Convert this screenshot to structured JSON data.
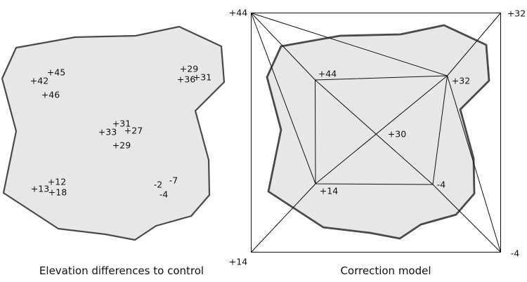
{
  "figure": {
    "colors": {
      "background": "#ffffff",
      "terrain_fill": "#e7e7e7",
      "terrain_stroke": "#4a4a4a",
      "line": "#111111",
      "text": "#111111"
    },
    "left": {
      "caption": "Elevation differences to control",
      "point_labels": [
        "+45",
        "+42",
        "+46",
        "+29",
        "+36",
        "+31",
        "+31",
        "+33",
        "+27",
        "+29",
        "+12",
        "+13",
        "+18",
        "-2",
        "-7",
        "-4"
      ]
    },
    "right": {
      "caption": "Correction model",
      "outer_corner_labels": {
        "top_left": "+44",
        "top_right": "+32",
        "bottom_left": "+14",
        "bottom_right": "-4"
      },
      "inner_corner_labels": {
        "top_left": "+44",
        "top_right": "+32",
        "bottom_left": "+14",
        "bottom_right": "-4",
        "center": "+30"
      }
    }
  }
}
